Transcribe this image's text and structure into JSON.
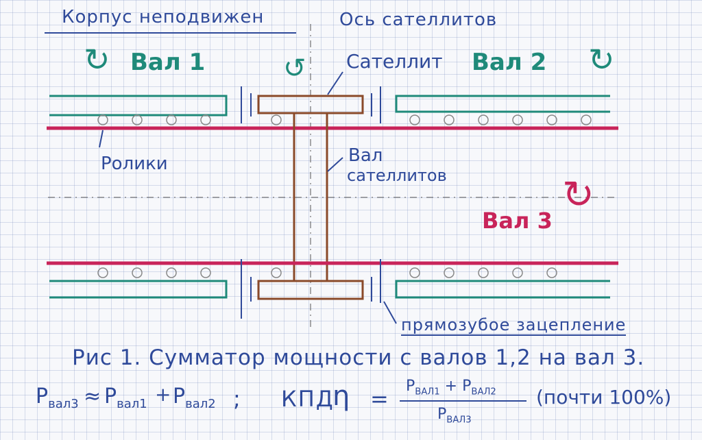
{
  "labels": {
    "housing": "Корпус неподвижен",
    "satellite_axis": "Ось сателлитов",
    "shaft1": "Вал 1",
    "satellite": "Сателлит",
    "shaft2": "Вал 2",
    "rollers": "Ролики",
    "satellite_shaft_line1": "Вал",
    "satellite_shaft_line2": "сателлитов",
    "shaft3": "Вал 3",
    "spur_gearing": "прямозубое зацепление"
  },
  "caption": "Рис 1. Сумматор мощности с валов 1,2 на вал 3.",
  "formula": {
    "p_label": "P",
    "sub_shaft3": "вал3",
    "approx": "≈",
    "sub_shaft1": "вал1",
    "plus": "+",
    "sub_shaft2": "вал2",
    "semicolon": ";",
    "efficiency": "КПД",
    "eta": "η",
    "equals": "=",
    "numerator_sub1": "ВАЛ1",
    "numerator_sub2": "ВАЛ2",
    "denominator_sub": "ВАЛ3",
    "note": "(почти 100%)"
  },
  "colors": {
    "ink_blue": "#2f4a9a",
    "teal": "#1f8a7a",
    "crimson": "#c8245a",
    "brown": "#8a4a2a",
    "roller": "#888888"
  },
  "icons": {
    "rotation": "rotation-arrow-icon"
  }
}
